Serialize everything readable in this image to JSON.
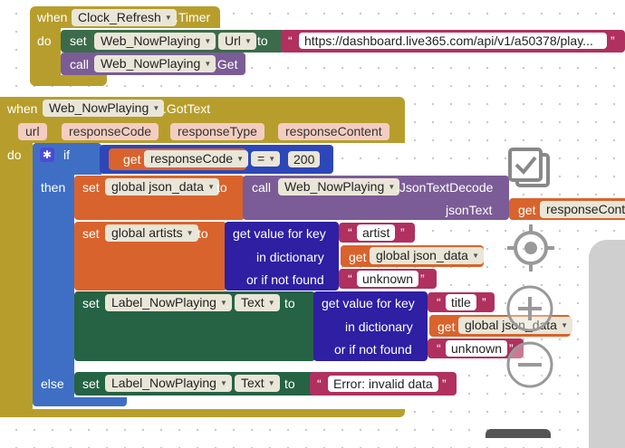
{
  "timer_event": {
    "when": "when",
    "component": "Clock_Refresh",
    "event": ".Timer",
    "do": "do",
    "set_kw": "set",
    "set_component": "Web_NowPlaying",
    "dot": ".",
    "prop": "Url",
    "to": "to",
    "url_value": "https://dashboard.live365.com/api/v1/a50378/play...",
    "call_kw": "call",
    "call_component": "Web_NowPlaying",
    "call_method": ".Get"
  },
  "gottext_event": {
    "when": "when",
    "component": "Web_NowPlaying",
    "event": ".GotText",
    "params": [
      "url",
      "responseCode",
      "responseType",
      "responseContent"
    ],
    "do": "do",
    "if_kw": "if",
    "get_kw": "get",
    "get_var": "responseCode",
    "op": "=",
    "compare_value": "200",
    "then_kw": "then",
    "else_kw": "else",
    "set_kw": "set",
    "to": "to",
    "set_json_var": "global json_data",
    "call_kw": "call",
    "call_component": "Web_NowPlaying",
    "call_method": ".JsonTextDecode",
    "json_text_label": "jsonText",
    "json_get_var": "responseContent",
    "set_artists_var": "global artists",
    "get_value_for_key": "get value for key",
    "key_artist": "artist",
    "in_dictionary": "in dictionary",
    "dict_var": "global json_data",
    "or_if_not_found": "or if not found",
    "not_found_value": "unknown",
    "label_component": "Label_NowPlaying",
    "dot": ".",
    "label_prop": "Text",
    "key_title": "title",
    "error_value": "Error:  invalid data"
  },
  "colors": {
    "event": "#b79e2c",
    "web_component": "#3b6b4a",
    "label_component": "#256344",
    "procedure": "#7b5c96",
    "variable": "#d9632c",
    "control": "#3f6fc4",
    "dictionary": "#2e1fa3",
    "text": "#b0305e",
    "math": "#2d47b8"
  },
  "workspace_controls": {
    "backpack_icon": "backpack-icon",
    "recenter_icon": "recenter-icon",
    "zoom_in_icon": "zoom-in-icon",
    "zoom_out_icon": "zoom-out-icon"
  }
}
